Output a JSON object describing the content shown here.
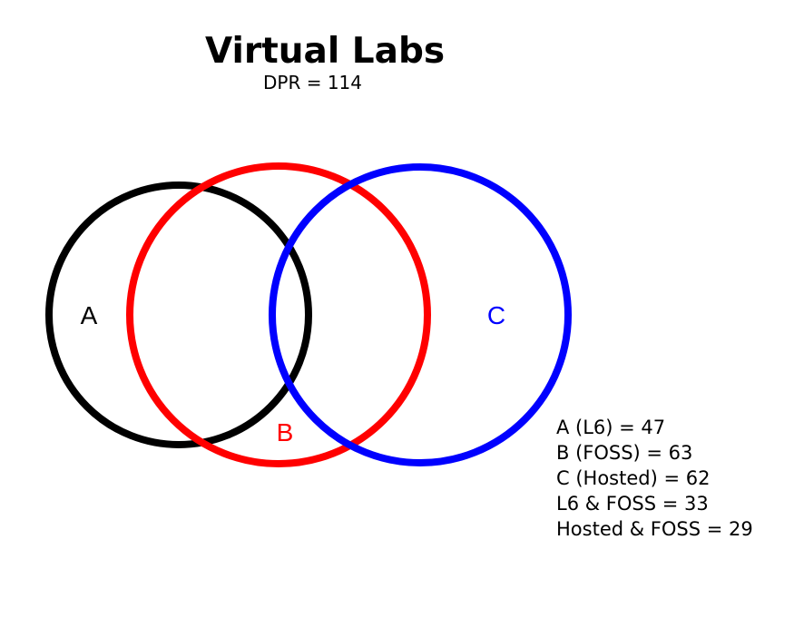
{
  "title": "Virtual Labs",
  "subtitle": "DPR = 114",
  "sets": [
    {
      "label": "A",
      "color": "#000000"
    },
    {
      "label": "B",
      "color": "#ff0000"
    },
    {
      "label": "C",
      "color": "#0000ff"
    }
  ],
  "legend": [
    "A (L6) = 47",
    "B (FOSS) = 63",
    "C (Hosted) = 62",
    "L6 & FOSS = 33",
    "Hosted & FOSS = 29"
  ]
}
